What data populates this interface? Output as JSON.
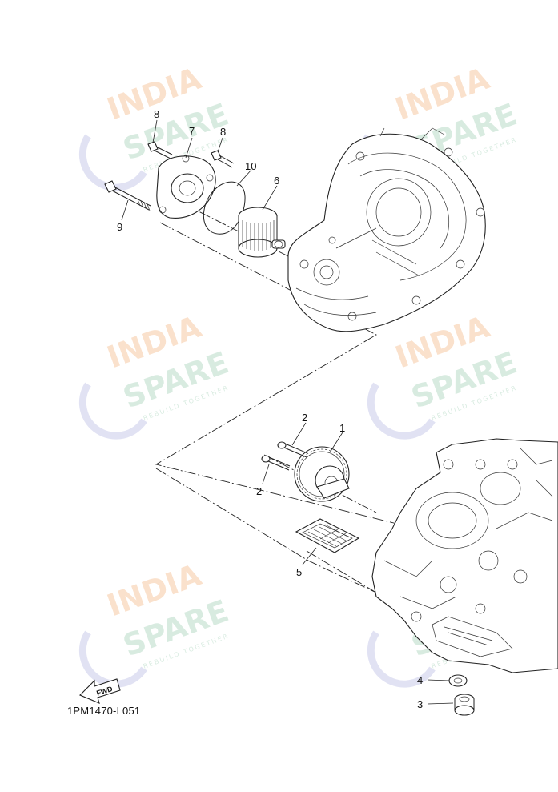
{
  "diagram": {
    "drawing_code": "1PM1470-L051",
    "fwd_label": "FWD",
    "callouts": {
      "c1": "1",
      "c2a": "2",
      "c2b": "2",
      "c3": "3",
      "c4": "4",
      "c5": "5",
      "c6": "6",
      "c7": "7",
      "c8a": "8",
      "c8b": "8",
      "c9": "9",
      "c10": "10"
    }
  },
  "watermark": {
    "line1": "INDIA",
    "line2": "SPARE",
    "tagline": "REBUILD TOGETHER",
    "colors": {
      "orange": "#f6c9a4",
      "green": "#b9dcc8",
      "blue": "#c9cbea"
    }
  }
}
